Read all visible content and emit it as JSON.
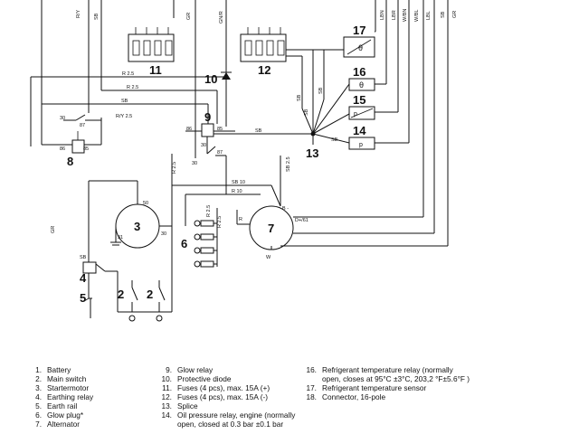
{
  "components": {
    "n2a": "2",
    "n2b": "2",
    "n3": "3",
    "n4": "4",
    "n5": "5",
    "n6": "6",
    "n7": "7",
    "n8": "8",
    "n9": "9",
    "n10": "10",
    "n11": "11",
    "n12": "12",
    "n13": "13",
    "n14": "14",
    "n15": "15",
    "n16": "16",
    "n17": "17",
    "theta1": "θ",
    "theta2": "θ",
    "p1": "p",
    "p2": "p"
  },
  "wire_labels": {
    "ry_top": "R/Y",
    "sb_top": "SB",
    "gr_top": "GR",
    "gnr_top": "GN/R",
    "lbn": "LBN",
    "lbr": "LBR",
    "wbl": "W/BN",
    "wbl2": "W/BL",
    "lbl": "LBL",
    "sb_right": "SB",
    "gr_right": "GR",
    "r25_a": "R 2.5",
    "r25_b": "R 2.5",
    "sb_c": "SB",
    "ry25": "R/Y 2.5",
    "sb_mid": "SB",
    "sb_v1": "SB",
    "sb_v2": "SB",
    "sb_v3": "SB",
    "sb_v4": "SB 2.5",
    "sb_14": "SB",
    "r25_c": "R 2.5",
    "sb10": "SB 10",
    "r10": "R 10",
    "r_7": "R",
    "gr_left": "GR",
    "r25_glow1": "R 2.5",
    "r25_glow2": "R 2.5",
    "t50": "50",
    "t30": "30",
    "t30b": "30",
    "t31": "31",
    "r8_30": "30",
    "r8_87": "87",
    "r8_86": "86",
    "r8_85": "85",
    "r9_86": "86",
    "r9_85": "85",
    "r9_30": "30",
    "r9_87": "87",
    "alt_b": "B -",
    "alt_d": "D+/61",
    "alt_w": "W",
    "sb_sw": "SB"
  },
  "legend": {
    "c1": [
      {
        "n": "1.",
        "t": "Battery"
      },
      {
        "n": "2.",
        "t": "Main switch"
      },
      {
        "n": "3.",
        "t": "Startermotor"
      },
      {
        "n": "4.",
        "t": "Earthing relay"
      },
      {
        "n": "5.",
        "t": "Earth rail"
      },
      {
        "n": "6.",
        "t": "Glow plug*"
      },
      {
        "n": "7.",
        "t": "Alternator"
      }
    ],
    "c2": [
      {
        "n": "9.",
        "t": "Glow relay"
      },
      {
        "n": "10.",
        "t": "Protective diode"
      },
      {
        "n": "11.",
        "t": "Fuses (4 pcs), max. 15A (+)"
      },
      {
        "n": "12.",
        "t": "Fuses (4 pcs), max. 15A (-)"
      },
      {
        "n": "13.",
        "t": "Splice"
      },
      {
        "n": "14.",
        "t": "Oil pressure relay, engine (normally"
      },
      {
        "n": "",
        "t": "open, closed at 0.3 bar ±0.1 bar"
      }
    ],
    "c3": [
      {
        "n": "16.",
        "t": "Refrigerant temperature relay (normally"
      },
      {
        "n": "",
        "t": "open, closes at 95°C ±3°C, 203,2 °F±5.6°F )"
      },
      {
        "n": "17.",
        "t": "Refrigerant temperature sensor"
      },
      {
        "n": "18.",
        "t": "Connector, 16-pole"
      }
    ]
  }
}
